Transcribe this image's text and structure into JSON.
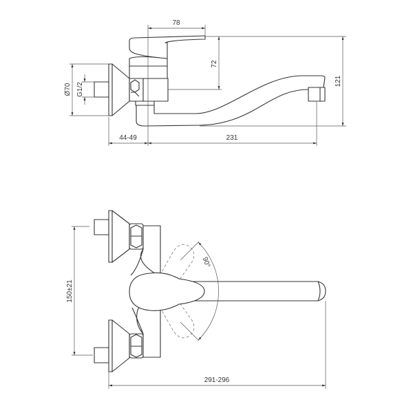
{
  "title": "Wall-mounted single-lever mixer — dimension drawing",
  "side_view": {
    "dims": {
      "lever_length": "78",
      "lever_height": "72",
      "total_height": "121",
      "flange_diameter": "Ø70",
      "thread": "G1/2",
      "wall_distance": "44-49",
      "spout_reach": "231"
    }
  },
  "top_view": {
    "dims": {
      "centers": "150±21",
      "rotation": "90°",
      "total_length": "291-296"
    }
  },
  "colors": {
    "line": "#333333",
    "background": "#ffffff"
  }
}
